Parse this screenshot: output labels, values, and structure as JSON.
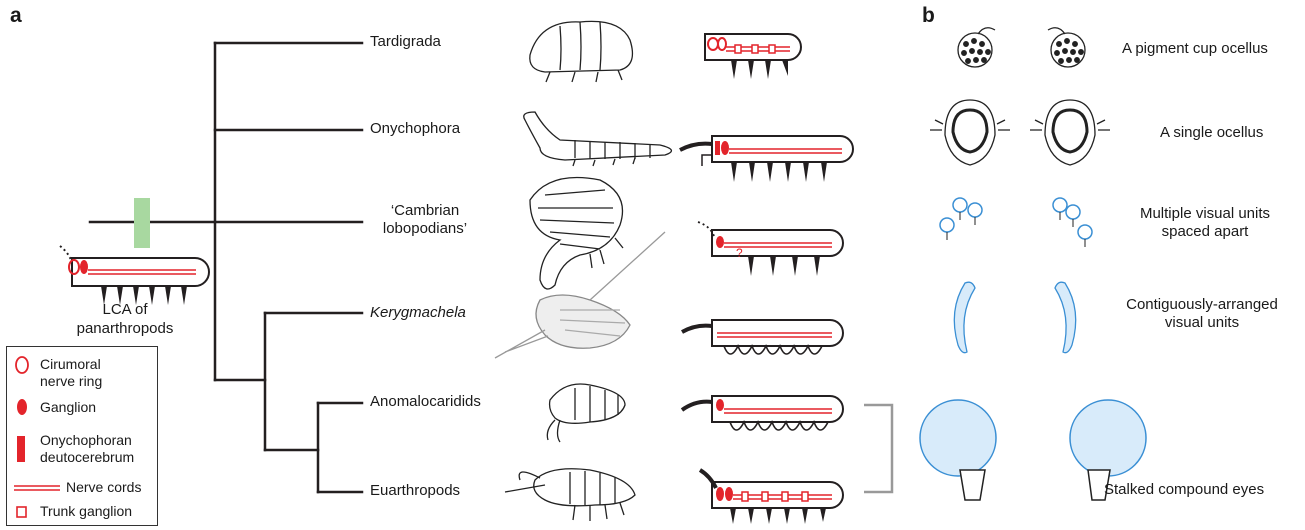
{
  "panels": {
    "a": "a",
    "b": "b"
  },
  "taxa": [
    {
      "name": "Tardigrada"
    },
    {
      "name": "Onychophora"
    },
    {
      "name": "‘Cambrian\nlobopodians’"
    },
    {
      "name": "Kerygmachela",
      "italic": true
    },
    {
      "name": "Anomalocaridids"
    },
    {
      "name": "Euarthropods"
    }
  ],
  "lca_label": "LCA of\npanarthropods",
  "uncertainty_mark": "?",
  "legend": {
    "items": [
      {
        "label": "Cirumoral\nnerve ring"
      },
      {
        "label": "Ganglion"
      },
      {
        "label": "Onychophoran\ndeutocerebrum"
      },
      {
        "label": "Nerve cords"
      },
      {
        "label": "Trunk ganglion"
      }
    ]
  },
  "eye_types": [
    {
      "label": "A pigment cup ocellus"
    },
    {
      "label": "A single ocellus"
    },
    {
      "label": "Multiple visual units\nspaced apart"
    },
    {
      "label": "Contiguously-arranged\nvisual units"
    },
    {
      "label": "Stalked compound eyes"
    }
  ],
  "colors": {
    "tree": "#231f20",
    "nerve": "#e3242b",
    "eye_blue": "#3a8fd4",
    "marker_green": "#a8d8a0",
    "bracket": "#999999"
  }
}
